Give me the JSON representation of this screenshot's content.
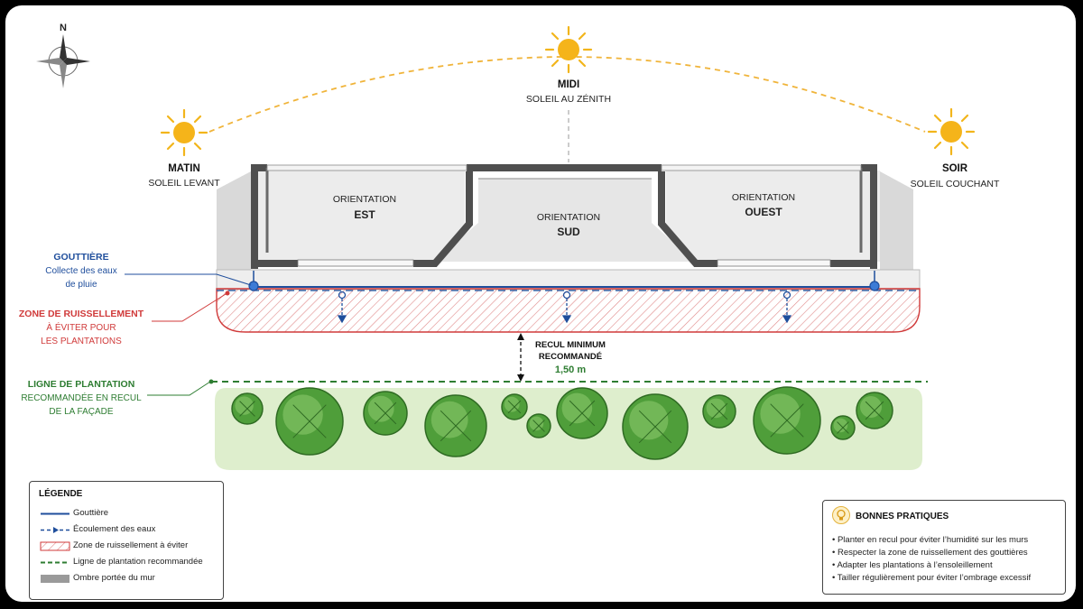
{
  "compass": {
    "north": "N"
  },
  "sun_positions": {
    "morning": {
      "title": "MATIN",
      "subtitle": "SOLEIL LEVANT"
    },
    "noon": {
      "title": "MIDI",
      "subtitle": "SOLEIL AU ZÉNITH"
    },
    "evening": {
      "title": "SOIR",
      "subtitle": "SOLEIL COUCHANT"
    }
  },
  "orientations": {
    "east": {
      "line1": "ORIENTATION",
      "line2": "EST"
    },
    "south": {
      "line1": "ORIENTATION",
      "line2": "SUD"
    },
    "west": {
      "line1": "ORIENTATION",
      "line2": "OUEST"
    }
  },
  "callouts": {
    "gutter": {
      "line1": "GOUTTIÈRE",
      "line2": "Collecte des eaux",
      "line3": "de pluie"
    },
    "runoff": {
      "line1": "ZONE DE RUISSELLEMENT",
      "line2": "À ÉVITER POUR",
      "line3": "LES PLANTATIONS"
    },
    "setback": {
      "line1": "RECUL MINIMUM",
      "line2": "RECOMMANDÉ",
      "value": "1,50 m"
    },
    "planting": {
      "line1": "LIGNE DE PLANTATION",
      "line2": "RECOMMANDÉE EN RECUL",
      "line3": "DE LA FAÇADE"
    }
  },
  "legend": {
    "title": "LÉGENDE",
    "items": [
      {
        "label": "Gouttière",
        "symbol": "solid-blue-line"
      },
      {
        "label": "Écoulement des eaux",
        "symbol": "dashed-blue-arrow"
      },
      {
        "label": "Zone de ruissellement à éviter",
        "symbol": "red-hatch-box"
      },
      {
        "label": "Ligne de plantation recommandée",
        "symbol": "dashed-green-line"
      },
      {
        "label": "Ombre portée du mur",
        "symbol": "gray-box"
      }
    ]
  },
  "best_practices": {
    "title": "BONNES PRATIQUES",
    "icon": "lightbulb-icon",
    "items": [
      "• Planter en recul pour éviter l’humidité sur les murs",
      "• Respecter la zone de ruissellement des gouttières",
      "• Adapter les plantations à l’ensoleillement",
      "• Tailler régulièrement pour éviter l’ombrage excessif"
    ]
  },
  "colors": {
    "gutter_blue": "#1f4e9c",
    "runoff_red": "#d03a3a",
    "planting_green": "#2e7d32",
    "sun_yellow": "#f2b51b",
    "wall_gray": "#555555",
    "shadow_gray": "#c9c9c9"
  }
}
